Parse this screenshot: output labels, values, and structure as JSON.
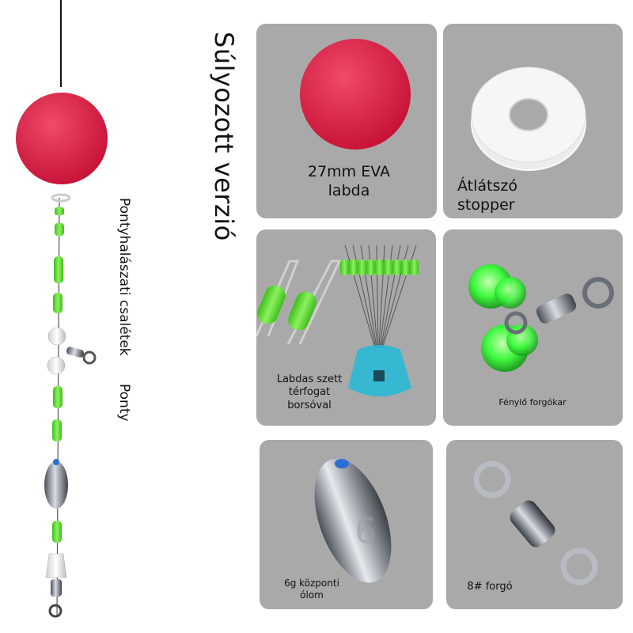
{
  "title": "Súlyozott verzió",
  "rig_caption_1": "Pontyhalászati csalétek",
  "rig_caption_2": "Ponty",
  "items": [
    {
      "line1": "27mm EVA",
      "line2": "labda"
    },
    {
      "line1": "Átlátszó",
      "line2": "stopper"
    },
    {
      "line1": "Labdas szett",
      "line2": "térfogat",
      "line3": "borsóval"
    },
    {
      "line1": "Fénylő forgókar"
    },
    {
      "line1": "6g központi",
      "line2": "ólom"
    },
    {
      "line1": "8# forgó"
    }
  ],
  "colors": {
    "ball": "#e0204a",
    "bead_green": "#56d62a",
    "card_bg": "#a9a9a9",
    "glow": "#3cff3c",
    "cyan": "#29b8d6"
  }
}
